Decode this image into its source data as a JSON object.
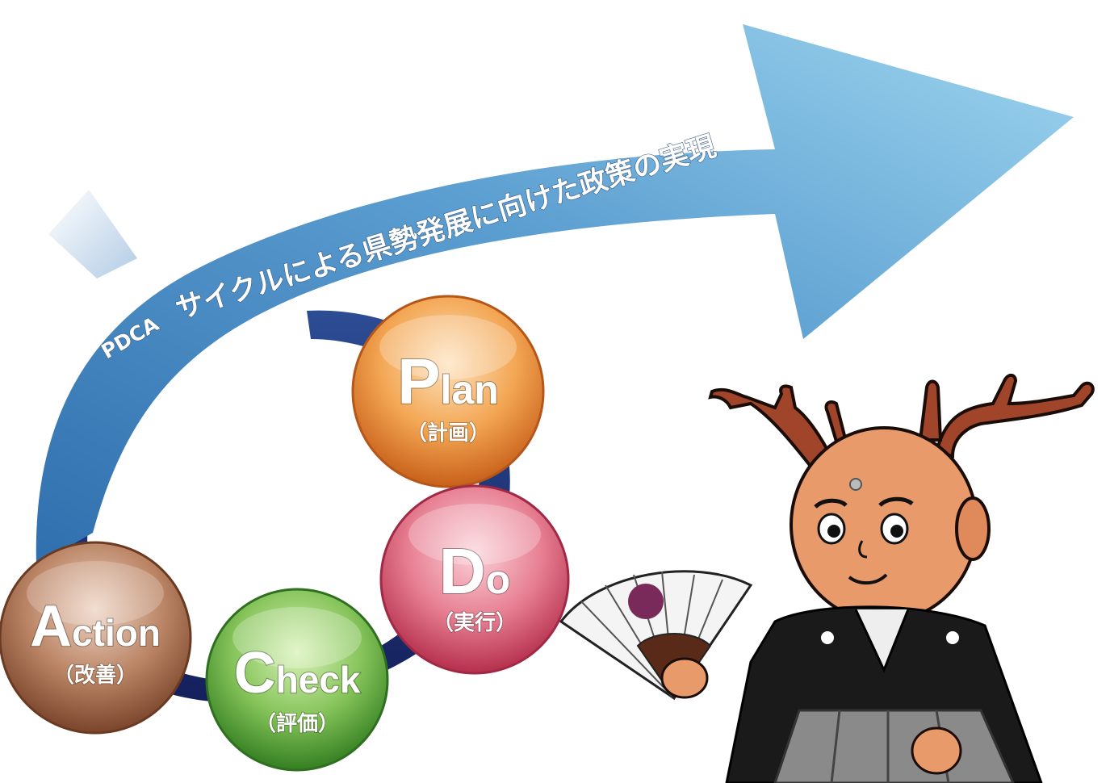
{
  "arrow": {
    "caption_prefix": "PDCA",
    "caption_main": "サイクルによる県勢発展に向けた政策の実現"
  },
  "stages": [
    {
      "key": "plan",
      "initial": "P",
      "rest": "lan",
      "sub": "（計画）",
      "color_light": "#f7c68a",
      "color_dark": "#d9701c"
    },
    {
      "key": "do",
      "initial": "D",
      "rest": "o",
      "sub": "（実行）",
      "color_light": "#f2a7b4",
      "color_dark": "#c93a55"
    },
    {
      "key": "check",
      "initial": "C",
      "rest": "heck",
      "sub": "（評価）",
      "color_light": "#b8e08a",
      "color_dark": "#3f9a2c"
    },
    {
      "key": "action",
      "initial": "A",
      "rest": "ction",
      "sub": "（改善）",
      "color_light": "#d9b29a",
      "color_dark": "#8c5436"
    }
  ],
  "colors": {
    "arrow_light": "#8ecdeb",
    "arrow_dark": "#2f6fae",
    "loop_dark": "#1b2a6b",
    "mascot_skin": "#e89a6b",
    "mascot_robe": "#1a1a1a",
    "mascot_hakama": "#8a8a8a"
  }
}
